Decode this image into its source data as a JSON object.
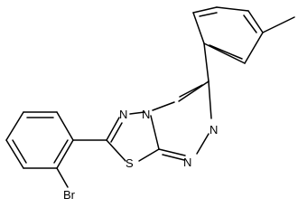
{
  "molecule": {
    "atoms": {
      "nitrogen_1": "N",
      "nitrogen_2": "N",
      "nitrogen_3": "N",
      "nitrogen_4": "N",
      "sulfur": "S",
      "bromine": "Br"
    },
    "colors": {
      "bond": "#000000",
      "label": "#000000",
      "background": "#ffffff"
    }
  }
}
